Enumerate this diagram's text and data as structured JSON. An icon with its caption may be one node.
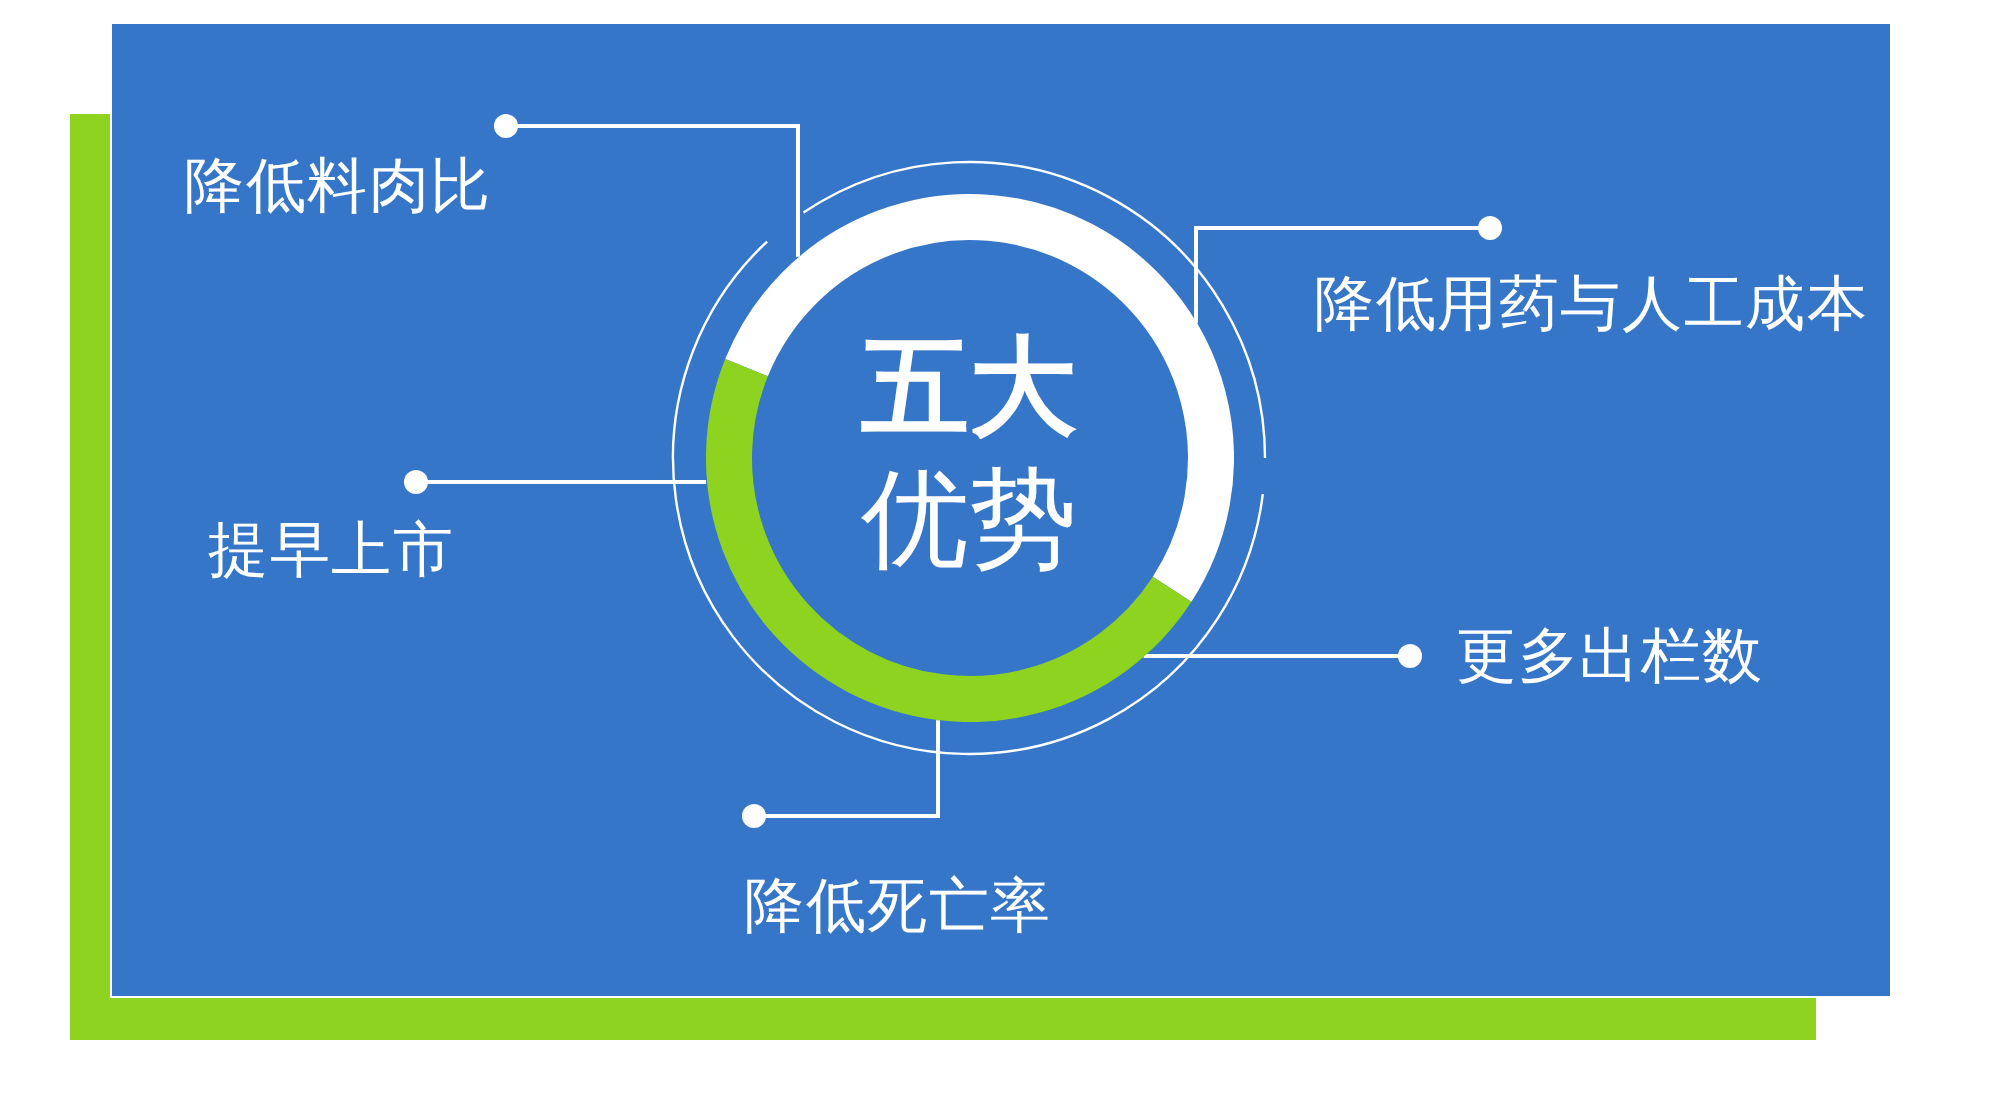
{
  "diagram": {
    "nodes": [
      {
        "text": [
          "五大",
          "优势"
        ]
      },
      {
        "text": [
          "降低料肉比"
        ]
      },
      {
        "text": [
          "降低用药与人工成本"
        ]
      },
      {
        "text": [
          "提早上市"
        ]
      },
      {
        "text": [
          "更多出栏数"
        ]
      },
      {
        "text": [
          "降低死亡率"
        ]
      }
    ],
    "edges": [
      {
        "from": 1,
        "to": 0,
        "arrow": "other"
      },
      {
        "from": 2,
        "to": 0,
        "arrow": "other"
      },
      {
        "from": 3,
        "to": 0,
        "arrow": "other"
      },
      {
        "from": 4,
        "to": 0,
        "arrow": "other"
      },
      {
        "from": 5,
        "to": 0,
        "arrow": "other"
      }
    ]
  }
}
